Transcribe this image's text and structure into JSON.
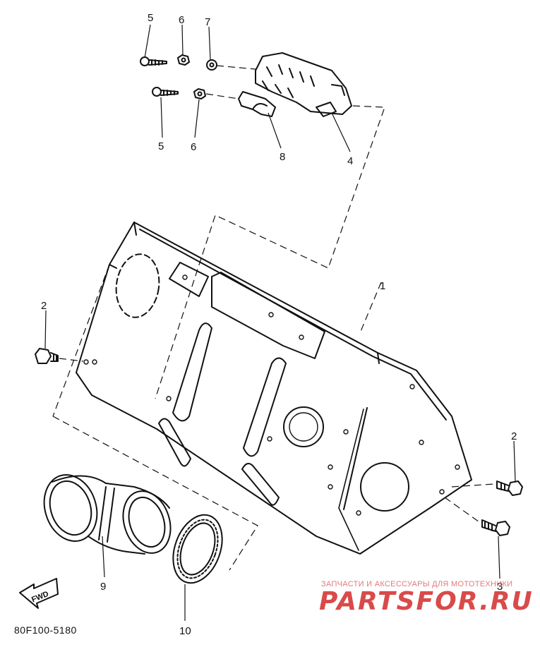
{
  "callouts": {
    "c1": "1",
    "c2a": "2",
    "c2b": "2",
    "c3": "3",
    "c4": "4",
    "c5a": "5",
    "c5b": "5",
    "c6a": "6",
    "c6b": "6",
    "c7": "7",
    "c8": "8",
    "c9": "9",
    "c10": "10"
  },
  "fwd_label": "FWD",
  "diagram_code": "80F100-5180",
  "watermark": {
    "subtitle": "ЗАПЧАСТИ И АКСЕССУАРЫ ДЛЯ МОТОТЕХНИКИ",
    "brand": "PARTSFOR.RU"
  }
}
